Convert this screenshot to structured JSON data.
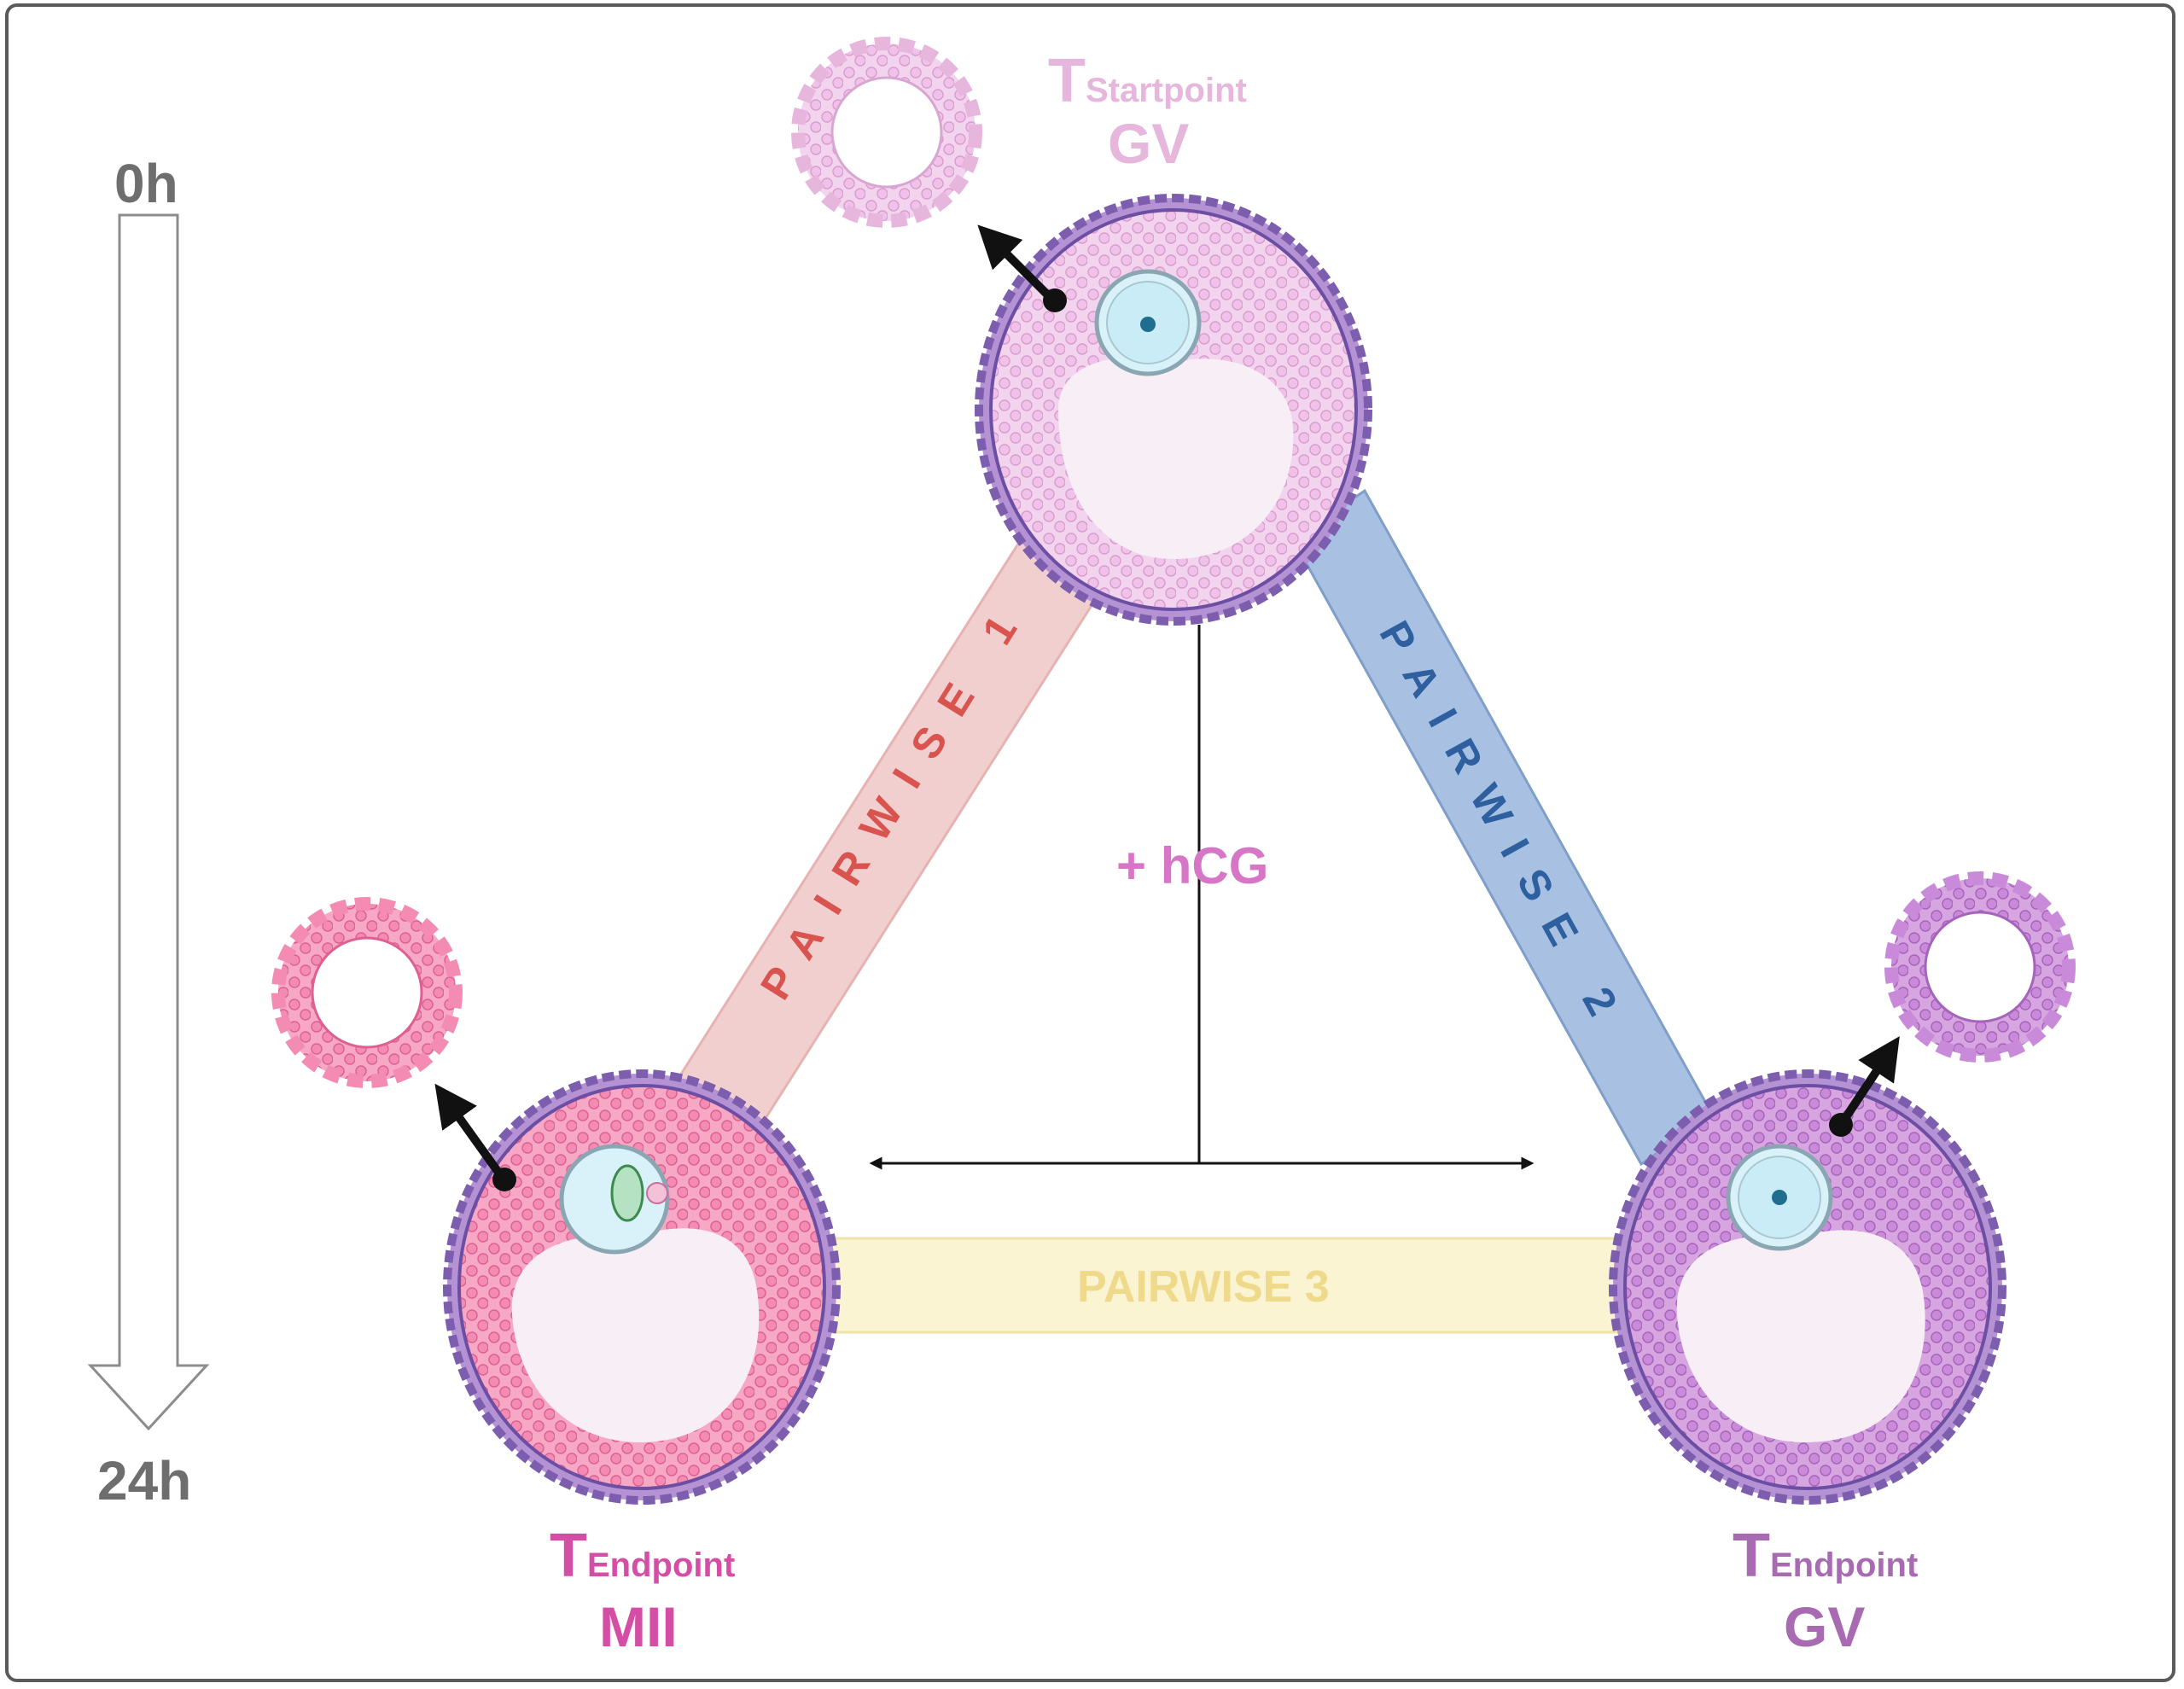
{
  "timeline": {
    "start": "0h",
    "end": "24h"
  },
  "treatment": "+ hCG",
  "nodes": {
    "top": {
      "t": "T",
      "sub": "Startpoint",
      "stage": "GV",
      "color": "#e6b6dc"
    },
    "left": {
      "t": "T",
      "sub": "Endpoint",
      "stage": "MII",
      "color": "#d44ea6"
    },
    "right": {
      "t": "T",
      "sub": "Endpoint",
      "stage": "GV",
      "color": "#a86bb2"
    }
  },
  "comparisons": {
    "p1": {
      "text": "PAIRWISE 1",
      "color": "#d9534f",
      "band": "#f2cfcf"
    },
    "p2": {
      "text": "PAIRWISE 2",
      "color": "#2e5f9e",
      "band": "#a8c1e2"
    },
    "p3": {
      "text": "PAIRWISE 3",
      "color": "#efd98a",
      "band": "#fbf4d2"
    }
  },
  "colors": {
    "follicle_outline": "#8b6ab8",
    "top_cells": "#f3cdee",
    "left_cells": "#f38bb3",
    "right_cells": "#c98ad9",
    "antrum": "#f7eef6",
    "oocyte": "#d9f1f8"
  }
}
